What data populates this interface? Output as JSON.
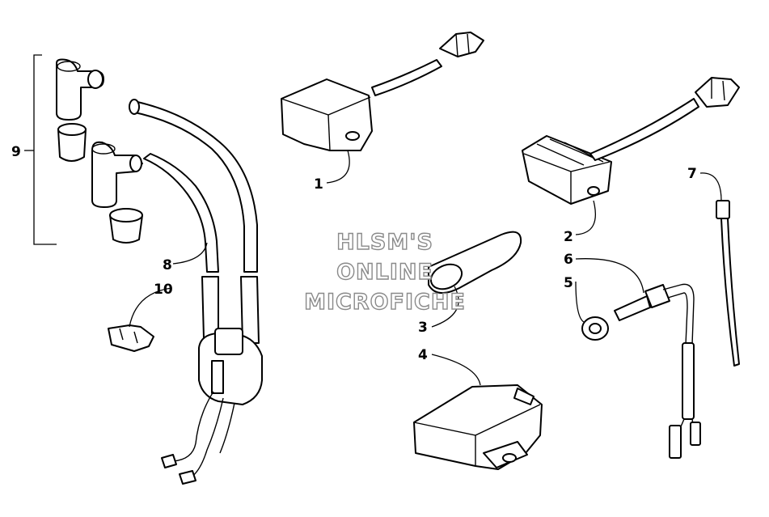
{
  "diagram": {
    "callouts": [
      {
        "id": "1",
        "label": "1"
      },
      {
        "id": "2",
        "label": "2"
      },
      {
        "id": "3",
        "label": "3"
      },
      {
        "id": "4",
        "label": "4"
      },
      {
        "id": "5",
        "label": "5"
      },
      {
        "id": "6",
        "label": "6"
      },
      {
        "id": "7",
        "label": "7"
      },
      {
        "id": "8",
        "label": "8"
      },
      {
        "id": "9",
        "label": "9"
      },
      {
        "id": "10",
        "label": "10"
      }
    ],
    "watermark": {
      "line1": "HLSM'S",
      "line2": "ONLINE",
      "line3": "MICROFICHE"
    }
  }
}
